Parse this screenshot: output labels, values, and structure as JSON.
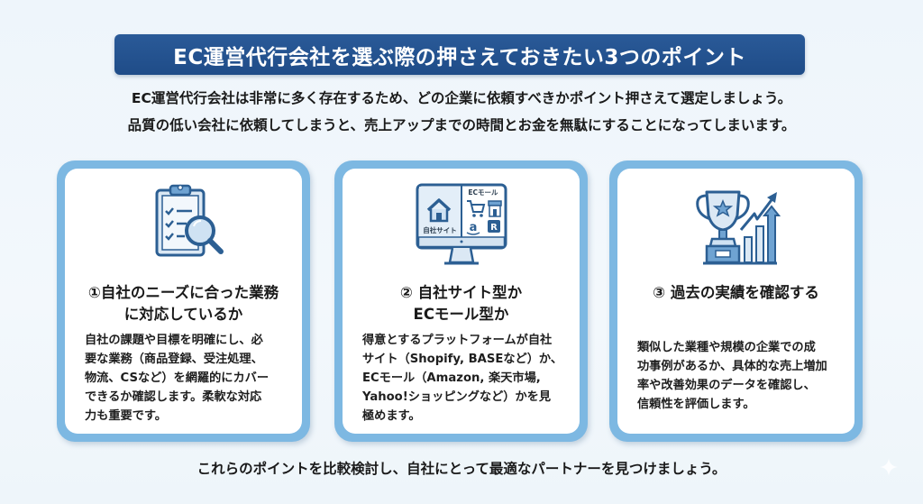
{
  "header": {
    "title": "EC運営代行会社を選ぶ際の押さえておきたい3つのポイント"
  },
  "intro": {
    "line1": "EC運営代行会社は非常に多く存在するため、どの企業に依頼すべきかポイント押さえて選定しましょう。",
    "line2": "品質の低い会社に依頼してしまうと、売上アップまでの時間とお金を無駄にすることになってしまいます。"
  },
  "cards": [
    {
      "icon": "clipboard-magnifier-icon",
      "title_line1": "①自社のニーズに合った業務",
      "title_line2": "に対応しているか",
      "body": [
        "自社の課題や目標を明確にし、必",
        "要な業務（商品登録、受注処理、",
        "物流、CSなど）を網羅的にカバー",
        "できるか確認します。柔軟な対応",
        "力も重要です。"
      ]
    },
    {
      "icon": "monitor-ec-icon",
      "icon_labels": {
        "left": "自社サイト",
        "right": "ECモール",
        "amazon": "a",
        "rakuten": "R"
      },
      "title_line1": "② 自社サイト型か",
      "title_line2": "ECモール型か",
      "body": [
        "得意とするプラットフォームが自社",
        "サイト（Shopify, BASEなど）か、",
        "ECモール（Amazon, 楽天市場,",
        "Yahoo!ショッピングなど）かを見",
        "極めます。"
      ]
    },
    {
      "icon": "trophy-growth-icon",
      "title_line1": "③ 過去の実績を確認する",
      "title_line2": "",
      "body": [
        "類似した業種や規模の企業での成",
        "功事例があるか、具体的な売上増加",
        "率や改善効果のデータを確認し、",
        "信頼性を評価します。"
      ]
    }
  ],
  "footer": {
    "text": "これらのポイントを比較検討し、自社にとって最適なパートナーを見つけましょう。"
  },
  "colors": {
    "banner": "#1f4c88",
    "card_border": "#7db8e2",
    "icon_stroke": "#2c5f93",
    "icon_fill": "#dbe8f4",
    "background": "#eef5fb"
  }
}
